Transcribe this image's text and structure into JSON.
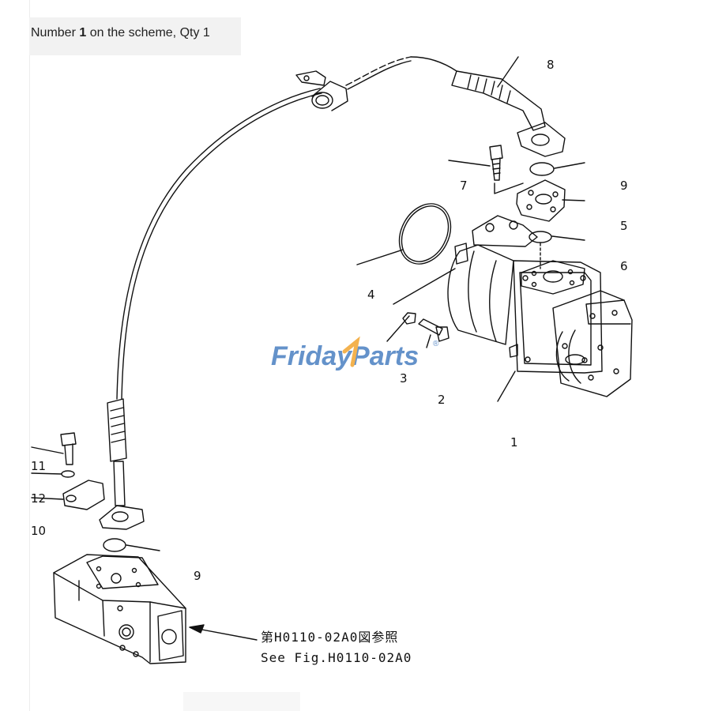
{
  "header": {
    "prefix": "Number",
    "number": "1",
    "suffix": "on the scheme, Qty 1"
  },
  "callouts": {
    "c1": "1",
    "c2": "2",
    "c3": "3",
    "c4": "4",
    "c5": "5",
    "c6": "6",
    "c7": "7",
    "c8": "8",
    "c9a": "9",
    "c9b": "9",
    "c10": "10",
    "c11": "11",
    "c12": "12"
  },
  "reference": {
    "line1": "第H0110-02A0図参照",
    "line2": "See Fig.H0110-02A0"
  },
  "watermark": {
    "part1": "Friday",
    "part2": "Parts",
    "mark": "®",
    "color1": "#4a7fc1",
    "color2": "#f2a531"
  }
}
